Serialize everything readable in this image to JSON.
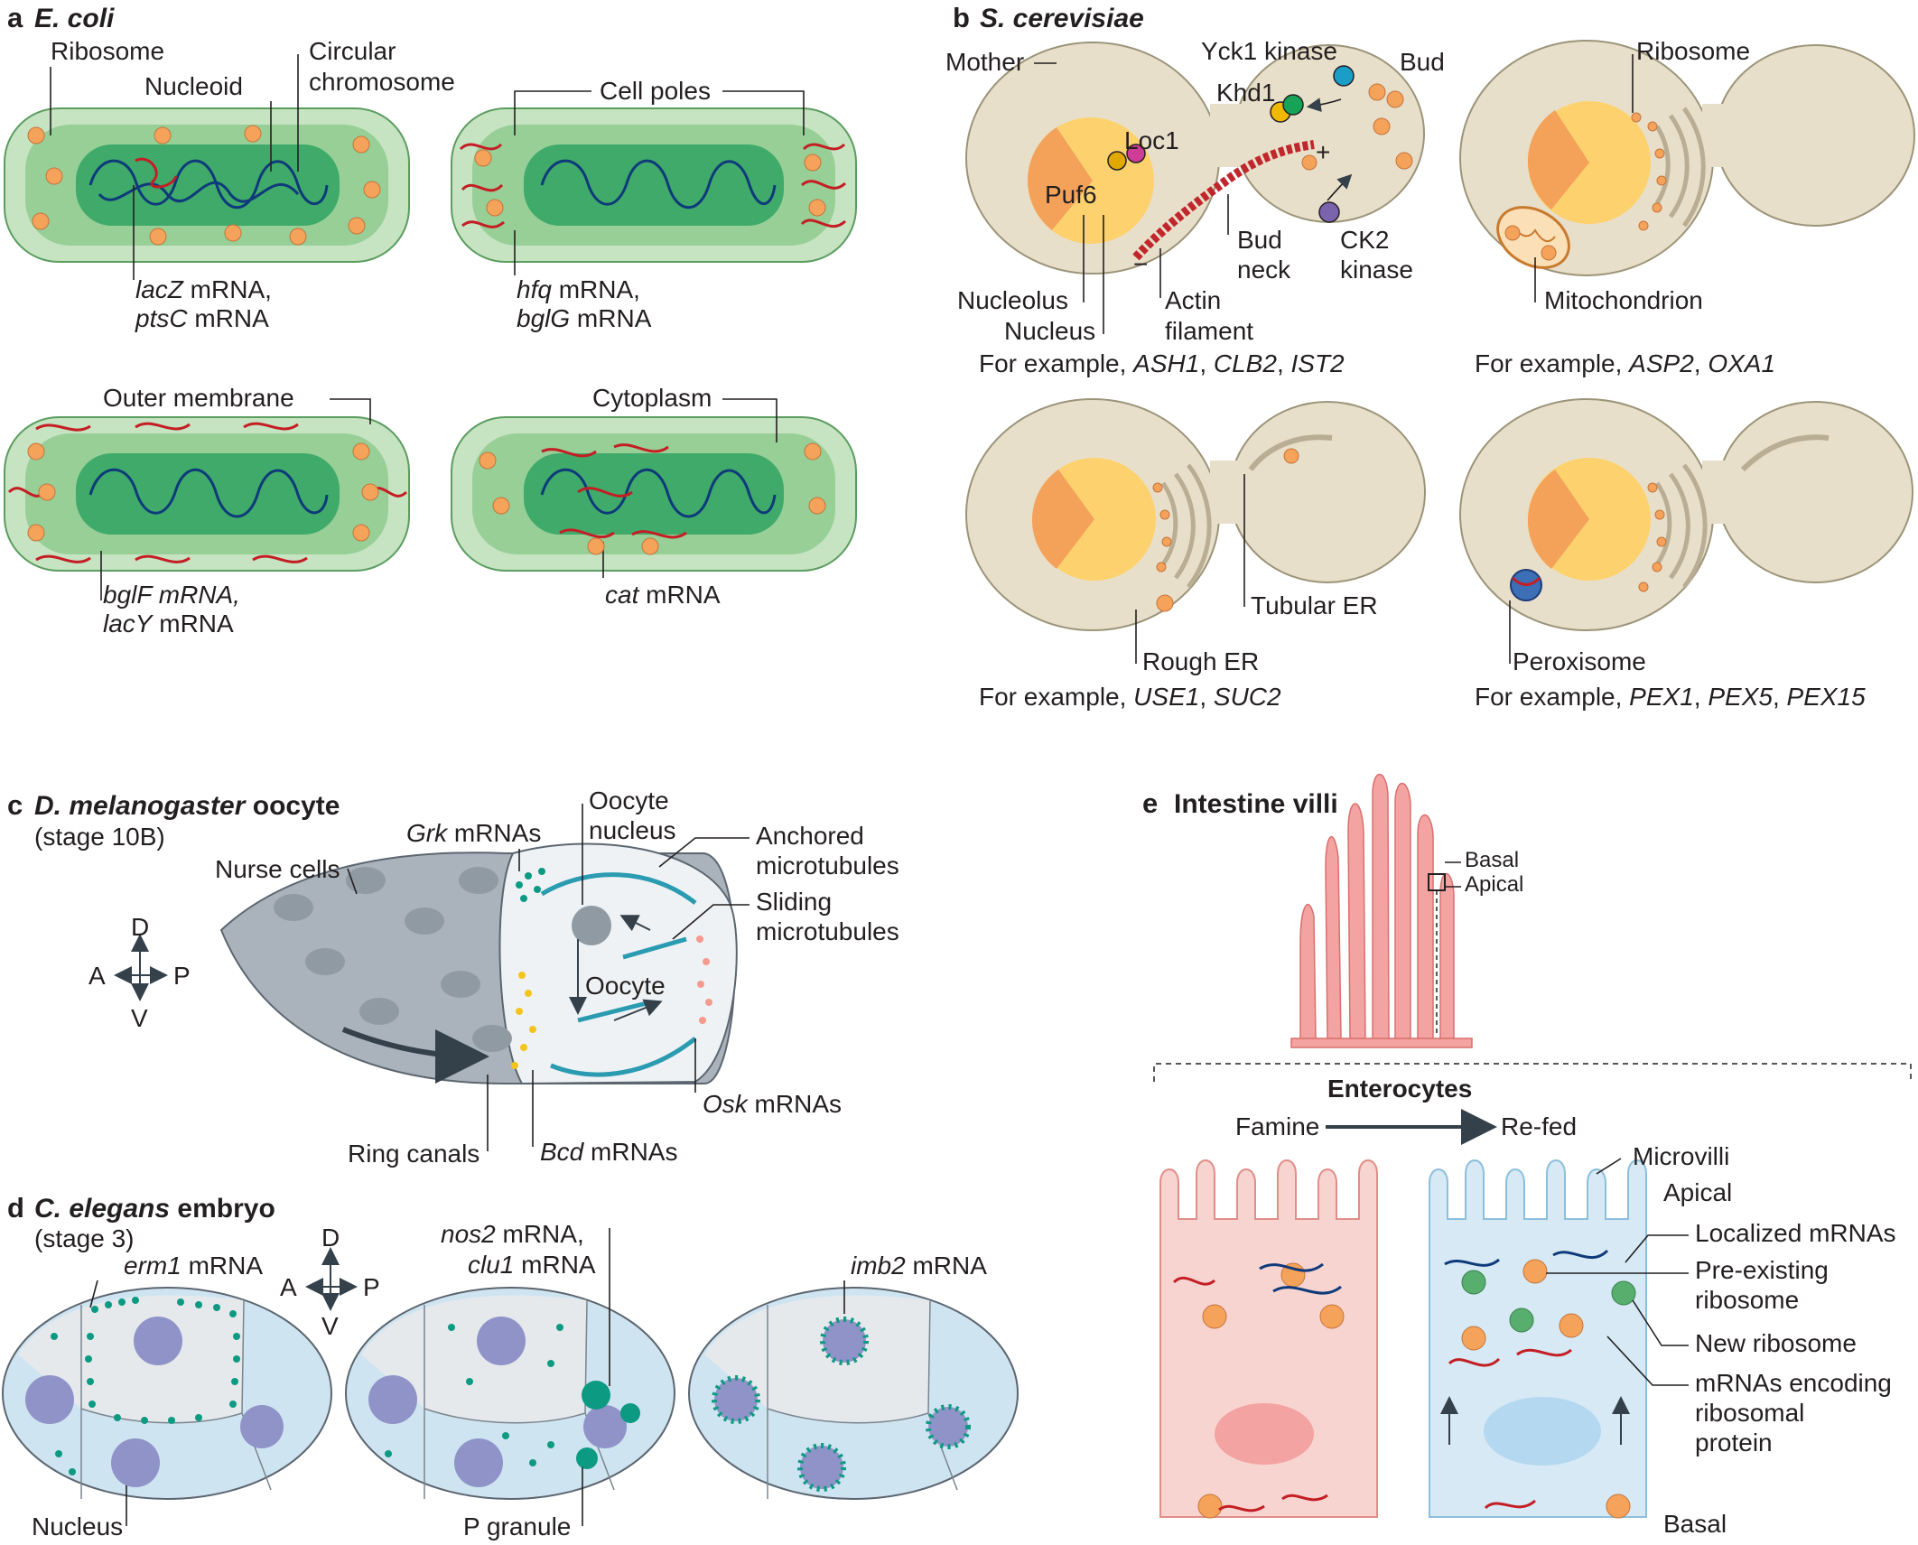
{
  "panel_a": {
    "letter": "a",
    "organism": "E. coli",
    "labels": {
      "ribosome": "Ribosome",
      "nucleoid": "Nucleoid",
      "circular_chromosome_1": "Circular",
      "circular_chromosome_2": "chromosome",
      "cell_poles": "Cell poles",
      "outer_membrane": "Outer membrane",
      "cytoplasm": "Cytoplasm"
    },
    "mrna": {
      "lacz": "lacZ",
      "ptsc": "ptsC",
      "hfq": "hfq",
      "bglg": "bglG",
      "bglf": "bglF mRNA,",
      "lacy": "lacY",
      "cat": "cat",
      "mrna_word": " mRNA",
      "mrna_word_comma": " mRNA,"
    }
  },
  "panel_b": {
    "letter": "b",
    "organism": "S. cerevisiae",
    "labels": {
      "mother": "Mother",
      "yck1": "Yck1 kinase",
      "bud": "Bud",
      "khd1": "Khd1",
      "loc1": "Loc1",
      "puf6": "Puf6",
      "plus": "+",
      "minus": "−",
      "bud_neck_1": "Bud",
      "bud_neck_2": "neck",
      "ck2_1": "CK2",
      "ck2_2": "kinase",
      "nucleolus": "Nucleolus",
      "nucleus": "Nucleus",
      "actin_1": "Actin",
      "actin_2": "filament",
      "ribosome": "Ribosome",
      "mitochondrion": "Mitochondrion",
      "tubular_er": "Tubular ER",
      "rough_er": "Rough ER",
      "peroxisome": "Peroxisome"
    },
    "examples": {
      "prefix": "For example, ",
      "sep": ", ",
      "bud_genes": [
        "ASH1",
        "CLB2",
        "IST2"
      ],
      "mito_genes": [
        "ASP2",
        "OXA1"
      ],
      "er_genes": [
        "USE1",
        "SUC2"
      ],
      "perox_genes": [
        "PEX1",
        "PEX5",
        "PEX15"
      ]
    }
  },
  "panel_c": {
    "letter": "c",
    "organism": "D. melanogaster",
    "title_suffix": " oocyte",
    "stage": "(stage 10B)",
    "labels": {
      "grk": "Grk",
      "grk_suffix": " mRNAs",
      "oocyte_nucleus_1": "Oocyte",
      "oocyte_nucleus_2": "nucleus",
      "anchored_1": "Anchored",
      "anchored_2": "microtubules",
      "sliding_1": "Sliding",
      "sliding_2": "microtubules",
      "nurse_cells": "Nurse cells",
      "oocyte": "Oocyte",
      "osk": "Osk",
      "osk_suffix": " mRNAs",
      "ring_canals": "Ring canals",
      "bcd": "Bcd",
      "bcd_suffix": " mRNAs"
    },
    "axes": {
      "d": "D",
      "v": "V",
      "a": "A",
      "p": "P"
    }
  },
  "panel_d": {
    "letter": "d",
    "organism": "C. elegans",
    "title_suffix": " embryo",
    "stage": "(stage 3)",
    "labels": {
      "erm1": "erm1",
      "erm1_suffix": " mRNA",
      "nos2": "nos2",
      "nos2_suffix": " mRNA,",
      "clu1": "clu1",
      "clu1_suffix": " mRNA",
      "imb2": "imb2",
      "imb2_suffix": " mRNA",
      "nucleus": "Nucleus",
      "p_granule": "P granule"
    },
    "axes": {
      "d": "D",
      "v": "V",
      "a": "A",
      "p": "P"
    }
  },
  "panel_e": {
    "letter": "e",
    "title": "Intestine villi",
    "labels": {
      "basal_top": "Basal",
      "apical_top": "Apical",
      "enterocytes": "Enterocytes",
      "famine": "Famine",
      "refed": "Re-fed",
      "microvilli": "Microvilli",
      "apical": "Apical",
      "localized": "Localized mRNAs",
      "preexisting_1": "Pre-existing",
      "preexisting_2": "ribosome",
      "new_ribosome": "New ribosome",
      "encoding_1": "mRNAs encoding",
      "encoding_2": "ribosomal",
      "encoding_3": "protein",
      "basal": "Basal"
    }
  },
  "colors": {
    "ecoli_outer": "#c6e3c2",
    "ecoli_cyto": "#97cf97",
    "ecoli_nucleoid": "#3faa6a",
    "dna": "#0e3a7a",
    "mrna": "#c41e24",
    "ribosome": "#f5a35a",
    "yeast_cell": "#e8dfca",
    "yeast_edge": "#9c9479",
    "nucleus_yellow": "#fdd26e",
    "nucleolus_orange": "#f4a25a",
    "oocyte_grey": "#aab3bb",
    "microtubule": "#2a9bb0",
    "teal_dot": "#0d9a82",
    "yellow_dot": "#f3c41b",
    "pink_dot": "#f49a8e",
    "embryo_blue": "#cfe4f1",
    "embryo_nucleus": "#8f93c8",
    "villi_pink": "#f3a3a1",
    "famine_cell": "#f8d4d1",
    "refed_cell": "#d6e9f5",
    "new_ribosome": "#57ae6d"
  }
}
